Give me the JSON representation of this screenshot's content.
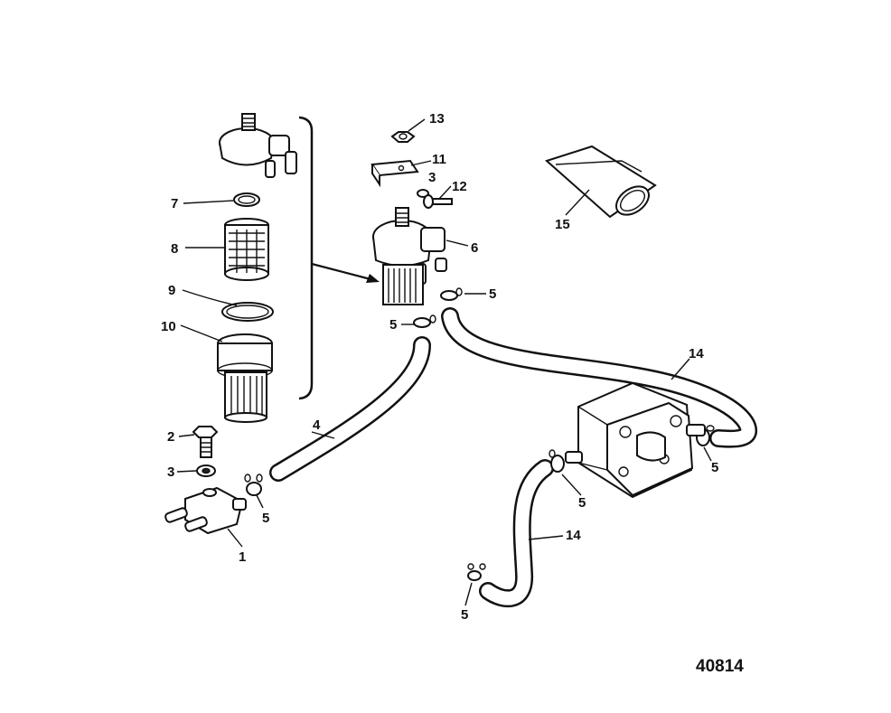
{
  "callouts": {
    "c1": "1",
    "c2": "2",
    "c3_left": "3",
    "c3_top": "3",
    "c4": "4",
    "c5_left": "5",
    "c5_center_left": "5",
    "c5_center_right": "5",
    "c5_pump_right": "5",
    "c5_pump_left": "5",
    "c5_bottom": "5",
    "c6": "6",
    "c7": "7",
    "c8": "8",
    "c9": "9",
    "c10": "10",
    "c11": "11",
    "c12": "12",
    "c13": "13",
    "c14_upper": "14",
    "c14_lower": "14",
    "c15": "15"
  },
  "figure_number": "40814"
}
